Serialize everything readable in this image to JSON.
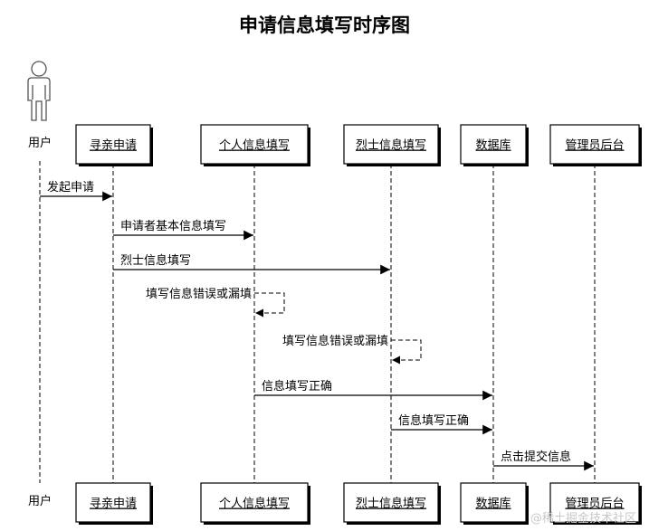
{
  "title": "申请信息填写时序图",
  "actor": {
    "label": "用户"
  },
  "participants": [
    "寻亲申请",
    "个人信息填写",
    "烈士信息填写",
    "数据库",
    "管理员后台"
  ],
  "messages": [
    {
      "label": "发起申请",
      "from": 0,
      "to": 1
    },
    {
      "label": "申请者基本信息填写",
      "from": 1,
      "to": 2
    },
    {
      "label": "烈士信息填写",
      "from": 1,
      "to": 3
    },
    {
      "label": "填写信息错误或漏填",
      "from": 2,
      "to": 2,
      "self": true
    },
    {
      "label": "填写信息错误或漏填",
      "from": 3,
      "to": 3,
      "self": true
    },
    {
      "label": "信息填写正确",
      "from": 2,
      "to": 4
    },
    {
      "label": "信息填写正确",
      "from": 3,
      "to": 4
    },
    {
      "label": "点击提交信息",
      "from": 4,
      "to": 5
    }
  ],
  "watermark": "@稀土掘金技术社区"
}
